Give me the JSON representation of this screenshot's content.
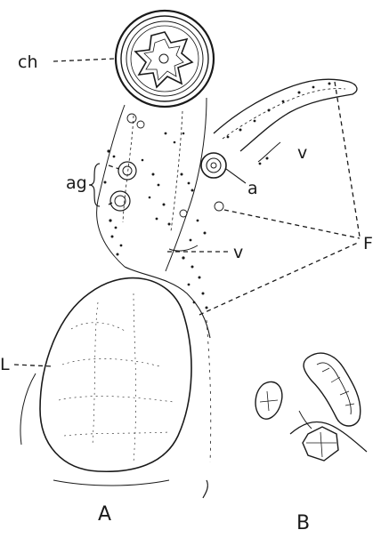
{
  "figure": {
    "labels": {
      "ch": "ch",
      "ag": "ag",
      "a": "a",
      "v_upper": "v",
      "v_lower": "v",
      "F": "F",
      "L": "L",
      "panel_a": "A",
      "panel_b": "B"
    },
    "ink_color": "#1a1a1a",
    "background": "#ffffff"
  }
}
